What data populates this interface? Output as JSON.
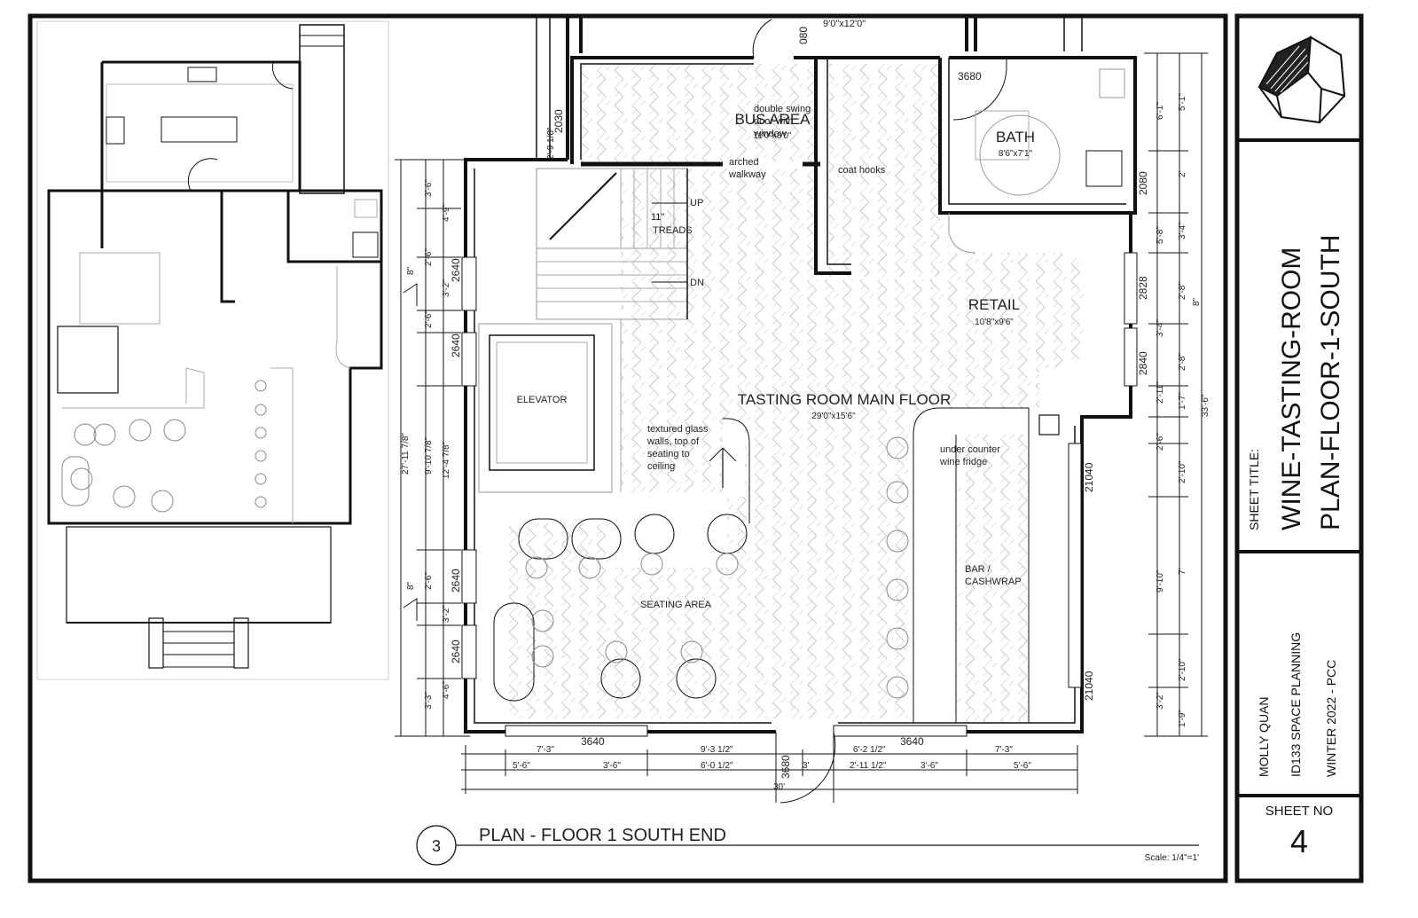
{
  "drawing": {
    "caption_number": "3",
    "caption_title": "PLAN - FLOOR 1 SOUTH END",
    "scale": "Scale: 1/4\"=1'"
  },
  "rooms": {
    "bus_area": "BUS AREA",
    "bus_area_dim": "11'0\"x8'0\"",
    "bath": "BATH",
    "bath_dim": "8'6\"x7'1\"",
    "retail": "RETAIL",
    "retail_dim": "10'8\"x9'6\"",
    "main_floor": "TASTING ROOM MAIN FLOOR",
    "main_floor_dim": "29'0\"x15'6\"",
    "elevator": "ELEVATOR",
    "seating": "SEATING AREA",
    "bar_line1": "BAR /",
    "bar_line2": "CASHWRAP"
  },
  "notes": {
    "double_swing_1": "double swing",
    "double_swing_2": "door with",
    "double_swing_3": "window",
    "arched_1": "arched",
    "arched_2": "walkway",
    "coat_hooks": "coat hooks",
    "up": "UP",
    "dn": "DN",
    "treads_1": "11\"",
    "treads_2": "TREADS",
    "glass_1": "textured glass",
    "glass_2": "walls, top of",
    "glass_3": "seating to",
    "glass_4": "ceiling",
    "fridge_1": "under counter",
    "fridge_2": "wine fridge"
  },
  "tags": {
    "door_top": "3680",
    "door_bus": "2030",
    "door_bath": "2080",
    "door_entry_top": "3680",
    "win_left_1": "2640",
    "win_left_2": "2640",
    "win_left_3": "2640",
    "win_left_4": "2640",
    "win_right_1": "2828",
    "win_right_2": "2840",
    "win_right_3": "21040",
    "win_right_4": "21040",
    "win_bottom_1": "3640",
    "win_bottom_2": "3640",
    "door_bottom": "3680",
    "top_opening": "9'0\"x12'0\"",
    "top_opening_tag": "080"
  },
  "dims": {
    "left_outer": "27'-11 7/8\"",
    "left_a": "9'-10 7/8\"",
    "left_b": "12'-4 7/8\"",
    "left_c": "3'-6\"",
    "left_d": "4'-9\"",
    "left_e": "2'-6\"",
    "left_f": "3'-2\"",
    "left_g": "2'-6\"",
    "left_h": "2'-6\"",
    "left_i": "3'-2\"",
    "left_j": "4'-6\"",
    "left_k": "3'-3\"",
    "left_8a": "8\"",
    "left_8b": "8\"",
    "left_top": "2'-9 1/8\"",
    "right_outer": "33'-6\"",
    "right_a": "6'-1\"",
    "right_b": "5'-1\"",
    "right_c": "2'",
    "right_d": "5'-8\"",
    "right_e": "3'-4\"",
    "right_f": "2'-8\"",
    "right_g": "3'-4\"",
    "right_h": "2'-8\"",
    "right_i": "2'-11\"",
    "right_j": "1'-7\"",
    "right_k": "2'-6\"",
    "right_l": "2'-10\"",
    "right_m": "9'-10\"",
    "right_n": "7'",
    "right_o": "2'-10\"",
    "right_p": "3'-2\"",
    "right_q": "1'-9\"",
    "right_8": "8\"",
    "bottom_a": "7'-3\"",
    "bottom_b": "9'-3 1/2\"",
    "bottom_c": "6'-2 1/2\"",
    "bottom_d": "7'-3\"",
    "bottom_e": "5'-6\"",
    "bottom_f": "3'-6\"",
    "bottom_g": "6'-0 1/2\"",
    "bottom_h": "3'",
    "bottom_i": "2'-11 1/2\"",
    "bottom_j": "3'-6\"",
    "bottom_k": "5'-6\"",
    "bottom_total": "30'"
  },
  "titleblock": {
    "sheet_title_label": "SHEET TITLE:",
    "sheet_title_1": "WINE-TASTING-ROOM",
    "sheet_title_2": "PLAN-FLOOR-1-SOUTH",
    "author": "MOLLY QUAN",
    "course": "ID133 SPACE PLANNING",
    "term": "WINTER 2022 - PCC",
    "sheet_no_label": "SHEET NO",
    "sheet_no": "4"
  },
  "icons": {
    "logo": "dodecahedron-logo-icon"
  }
}
